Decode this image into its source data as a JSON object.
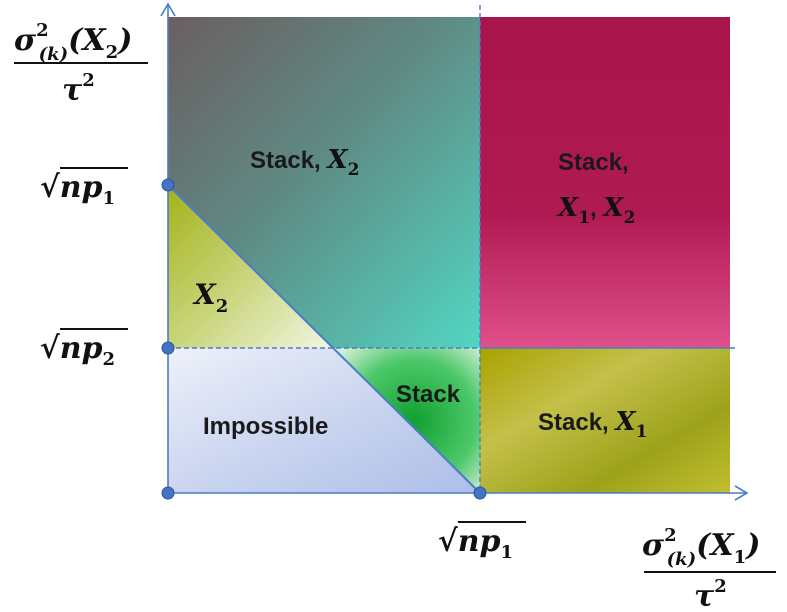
{
  "colors": {
    "axis": "#4a7cc9",
    "point": "#4472c4",
    "stack_x2_top": "#6a5f60",
    "stack_x2_bottom": "#4fd3c0",
    "stack_x1x2": "#b0154a",
    "stack_x1": "#b8b800",
    "stack_center": "#1aa43a",
    "x2_region": "#a4b51c",
    "impossible": "#b7c6ea"
  },
  "axes": {
    "y_label": {
      "numerator": {
        "base": "σ",
        "sup": "2",
        "sub": "(k)",
        "arg": "(X",
        "arg_sub": "2",
        "close": ")"
      },
      "denominator": {
        "base": "τ",
        "sup": "2"
      }
    },
    "x_label": {
      "numerator": {
        "base": "σ",
        "sup": "2",
        "sub": "(k)",
        "arg": "(X",
        "arg_sub": "1",
        "close": ")"
      },
      "denominator": {
        "base": "τ",
        "sup": "2"
      }
    },
    "y_ticks": [
      {
        "radical": "√",
        "base": "np",
        "sub": "1"
      },
      {
        "radical": "√",
        "base": "np",
        "sub": "2"
      }
    ],
    "x_ticks": [
      {
        "radical": "√",
        "base": "np",
        "sub": "1"
      }
    ]
  },
  "regions": {
    "stack_x2": {
      "text": "Stack, ",
      "var": "X",
      "sub": "2"
    },
    "stack_x1x2": {
      "line1": "Stack,",
      "var1": "X",
      "sub1": "1",
      "comma": ", ",
      "var2": "X",
      "sub2": "2"
    },
    "x2": {
      "var": "X",
      "sub": "2"
    },
    "stack": {
      "text": "Stack"
    },
    "impossible": {
      "text": "Impossible"
    },
    "stack_x1": {
      "text": "Stack, ",
      "var": "X",
      "sub": "1"
    }
  }
}
